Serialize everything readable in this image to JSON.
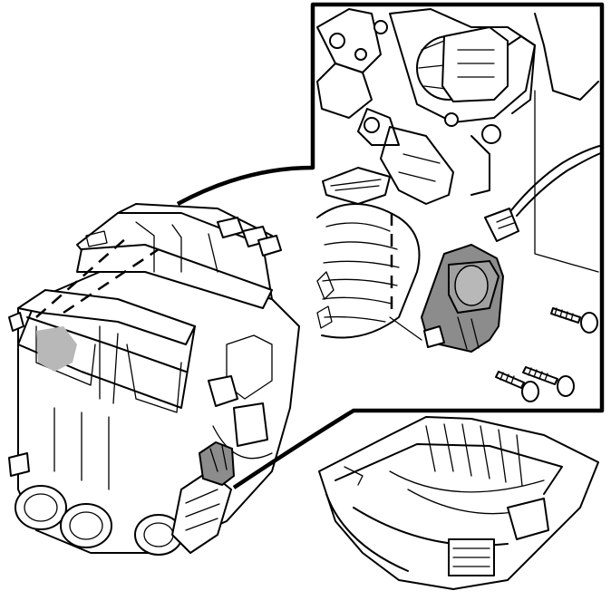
{
  "colors": {
    "line": "#000000",
    "paper": "#ffffff",
    "part_highlight": "#8c8c8c",
    "part_highlight_light": "#b8b8b8"
  },
  "parts": {
    "heater_housing": "housing-illustration",
    "actuator_motor": "gray-highlight",
    "mounting_screws": 3,
    "connector": "wiring-connector"
  }
}
